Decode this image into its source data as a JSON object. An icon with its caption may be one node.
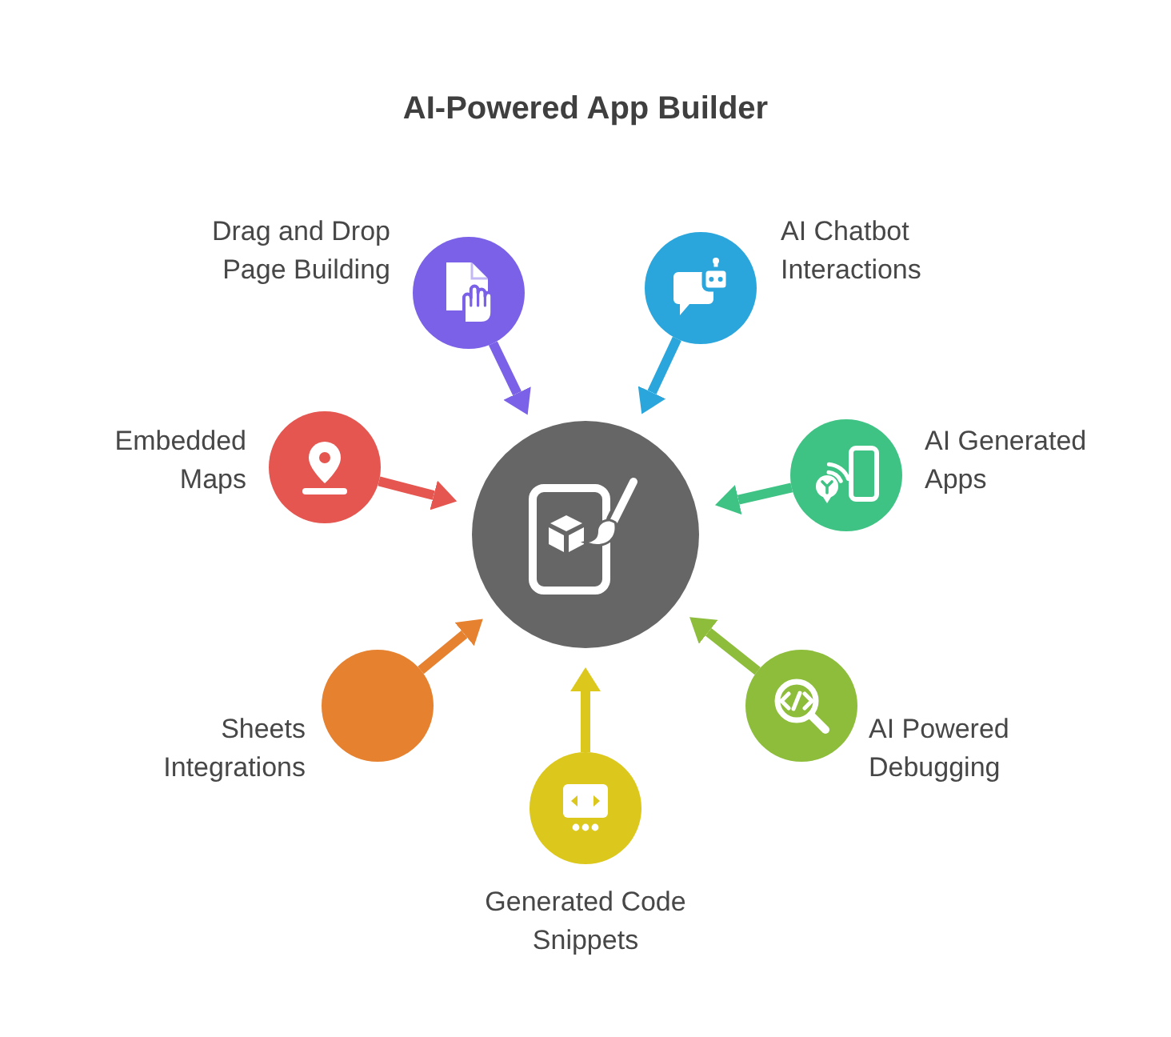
{
  "diagram": {
    "title": "AI-Powered App Builder",
    "nodes": [
      {
        "text": [
          "Drag and Drop Page Building"
        ]
      },
      {
        "text": [
          "AI Chatbot Interactions"
        ]
      },
      {
        "text": [
          "Embedded Maps"
        ]
      },
      {
        "text": [],
        "shape": "circle"
      },
      {
        "text": [
          "AI Generated Apps"
        ]
      },
      {
        "text": [
          "Sheets Integrations"
        ]
      },
      {
        "text": [
          "AI Powered Debugging"
        ]
      },
      {
        "text": [
          "Generated Code Snippets"
        ]
      }
    ],
    "edges": [
      {
        "from": 0,
        "to": 3,
        "arrow": "to",
        "color": "#7b61e8"
      },
      {
        "from": 1,
        "to": 3,
        "arrow": "to",
        "color": "#2aa6dc"
      },
      {
        "from": 2,
        "to": 3,
        "arrow": "to",
        "color": "#e4564f"
      },
      {
        "from": 4,
        "to": 3,
        "arrow": "to",
        "color": "#3fc385"
      },
      {
        "from": 5,
        "to": 3,
        "arrow": "to",
        "color": "#e5812f"
      },
      {
        "from": 6,
        "to": 3,
        "arrow": "to",
        "color": "#8dbd3b"
      },
      {
        "from": 7,
        "to": 3,
        "arrow": "to",
        "color": "#dcc81d"
      }
    ]
  }
}
